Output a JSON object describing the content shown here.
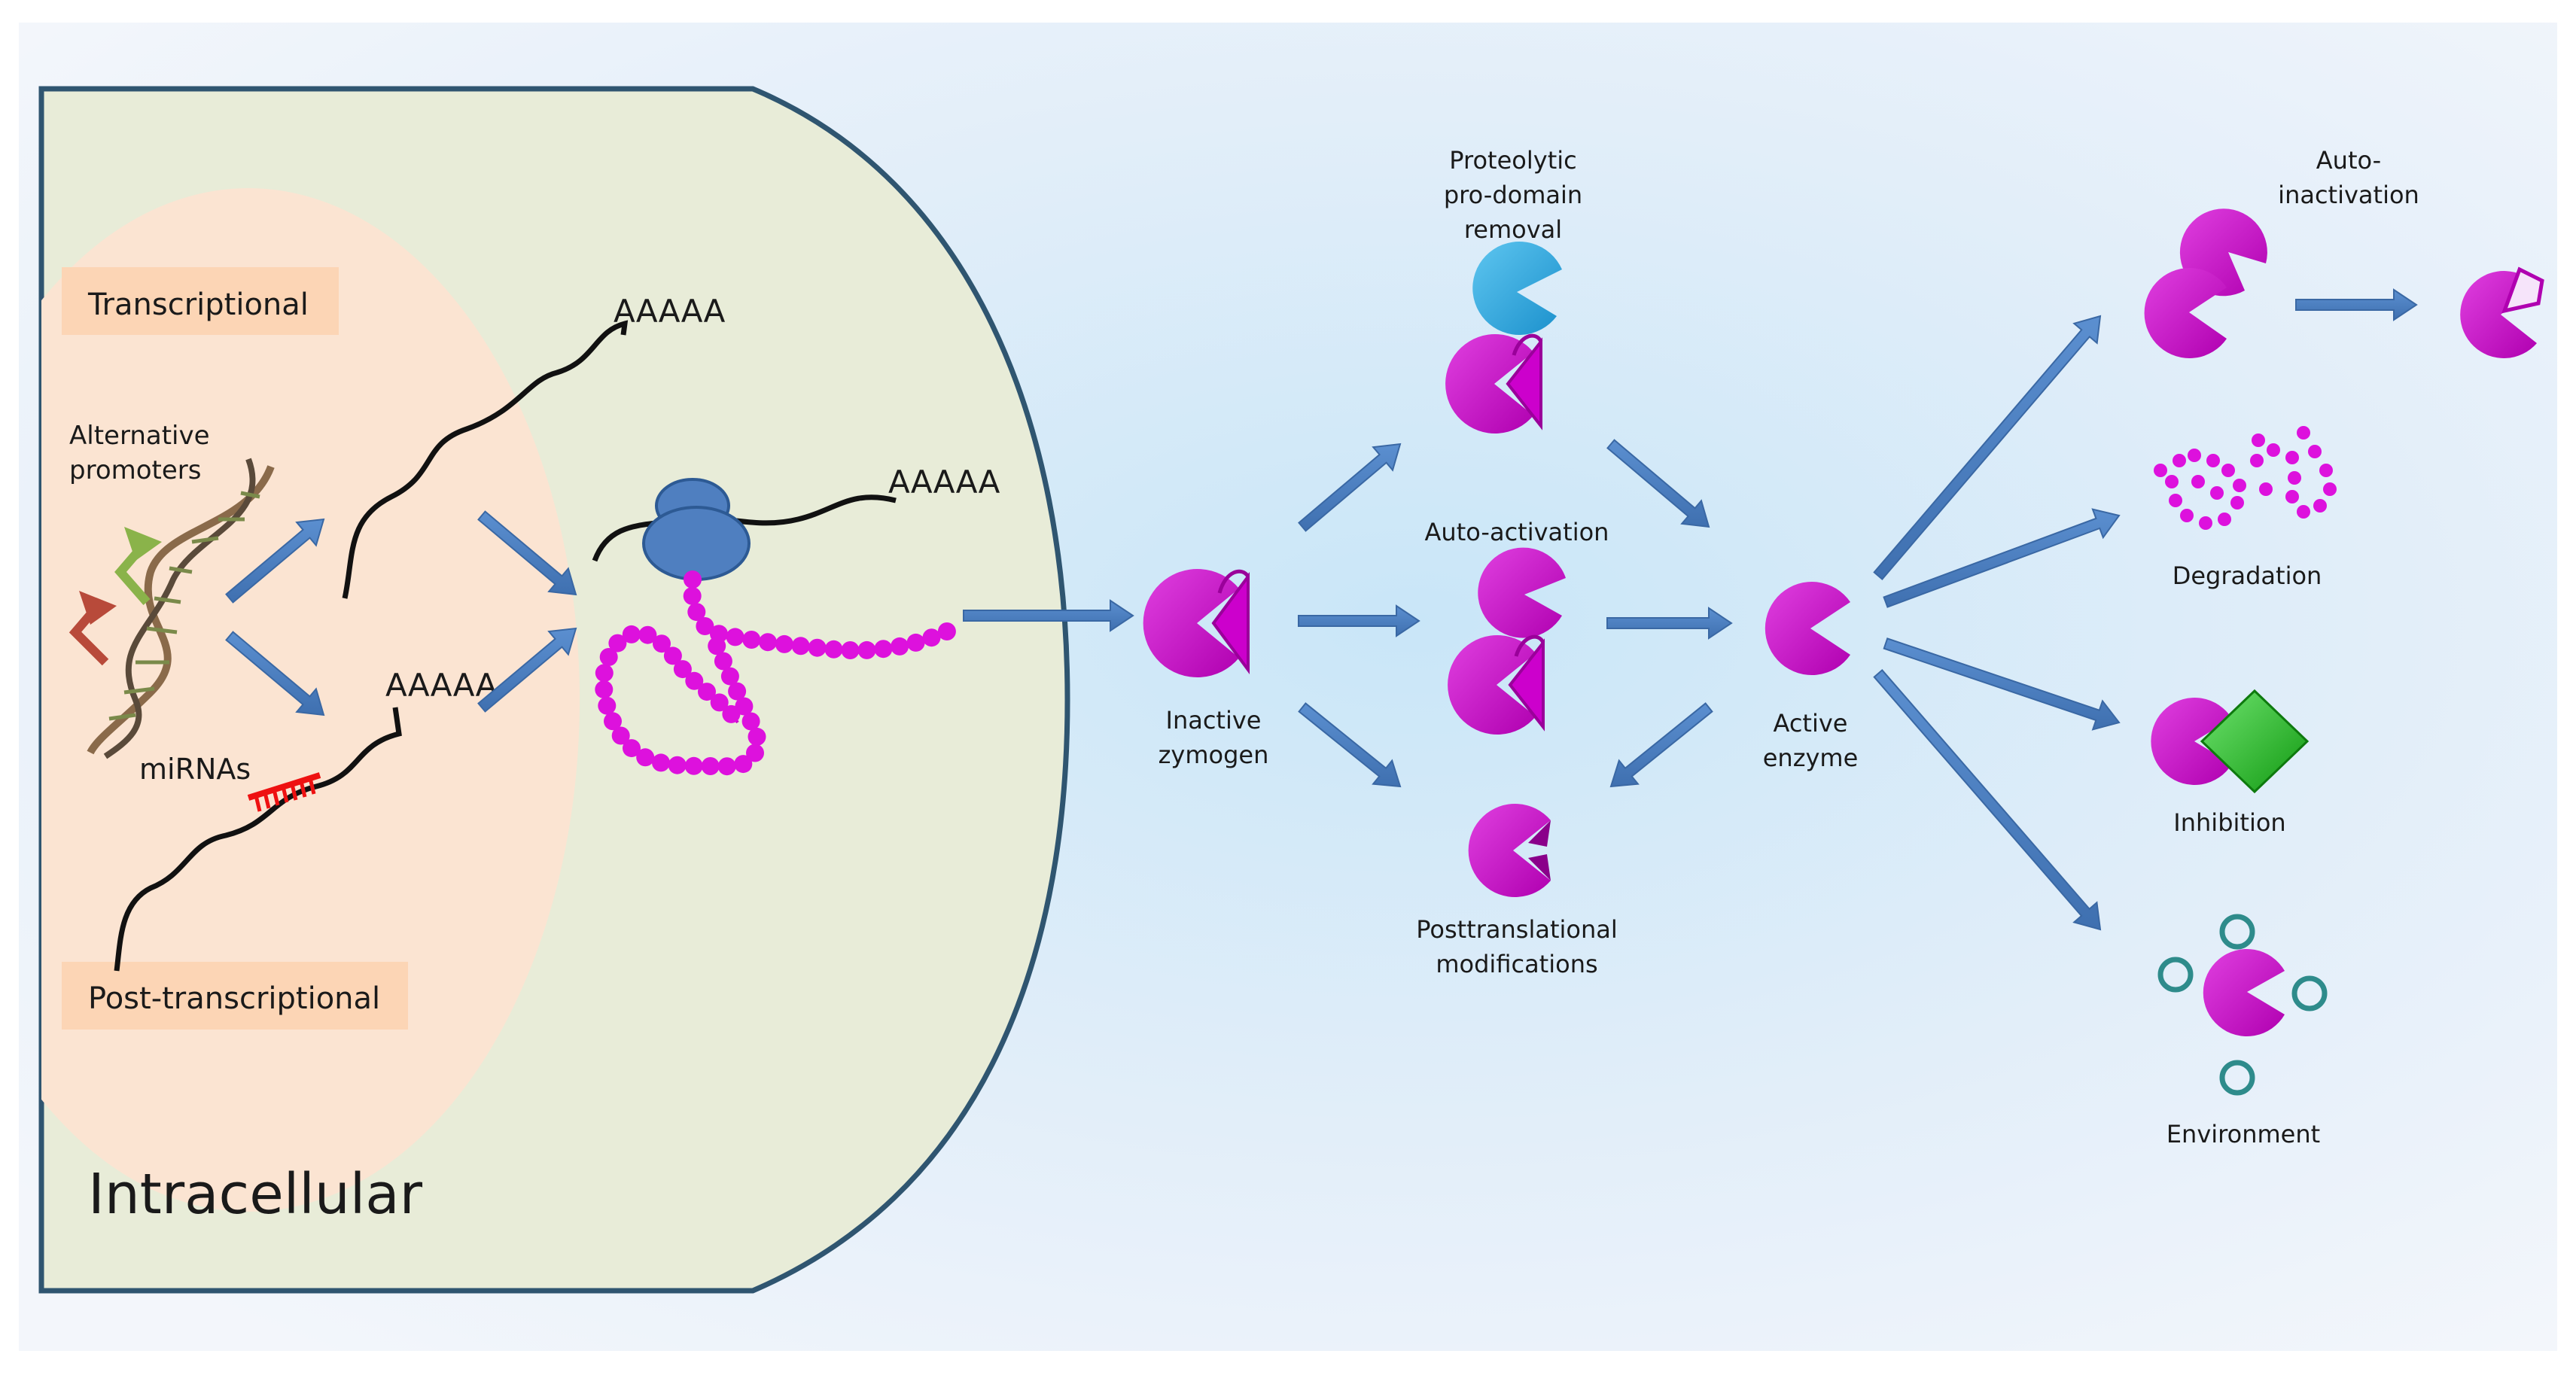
{
  "cell": {
    "region_label": "Intracellular",
    "transcriptional_label": "Transcriptional",
    "post_transcriptional_label": "Post-transcriptional",
    "alternative_promoters_line1": "Alternative",
    "alternative_promoters_line2": "promoters",
    "mirnas_label": "miRNAs",
    "polya_top": "AAAAA",
    "polya_ribosome": "AAAAA",
    "polya_bottom": "AAAAA"
  },
  "activation": {
    "inactive_line1": "Inactive",
    "inactive_line2": "zymogen",
    "proteolytic_line1": "Proteolytic",
    "proteolytic_line2": "pro-domain",
    "proteolytic_line3": "removal",
    "auto_activation": "Auto-activation",
    "ptm_line1": "Posttranslational",
    "ptm_line2": "modifications",
    "active_line1": "Active",
    "active_line2": "enzyme"
  },
  "regulation": {
    "auto_inactivation_line1": "Auto-",
    "auto_inactivation_line2": "inactivation",
    "degradation": "Degradation",
    "inhibition": "Inhibition",
    "environment": "Environment"
  },
  "colors": {
    "cell_fill": "#e8ecd8",
    "nucleus_fill": "#fbe4d2",
    "label_box": "#fcd5b5",
    "enzyme": "#cc00cc",
    "prodomain": "#29a9e1",
    "arrow": "#4f81bd",
    "ribosome": "#4f7fc0",
    "inhibitor": "#22aa22",
    "mirna": "#ee1111",
    "environment_ring": "#2e8b8b"
  }
}
